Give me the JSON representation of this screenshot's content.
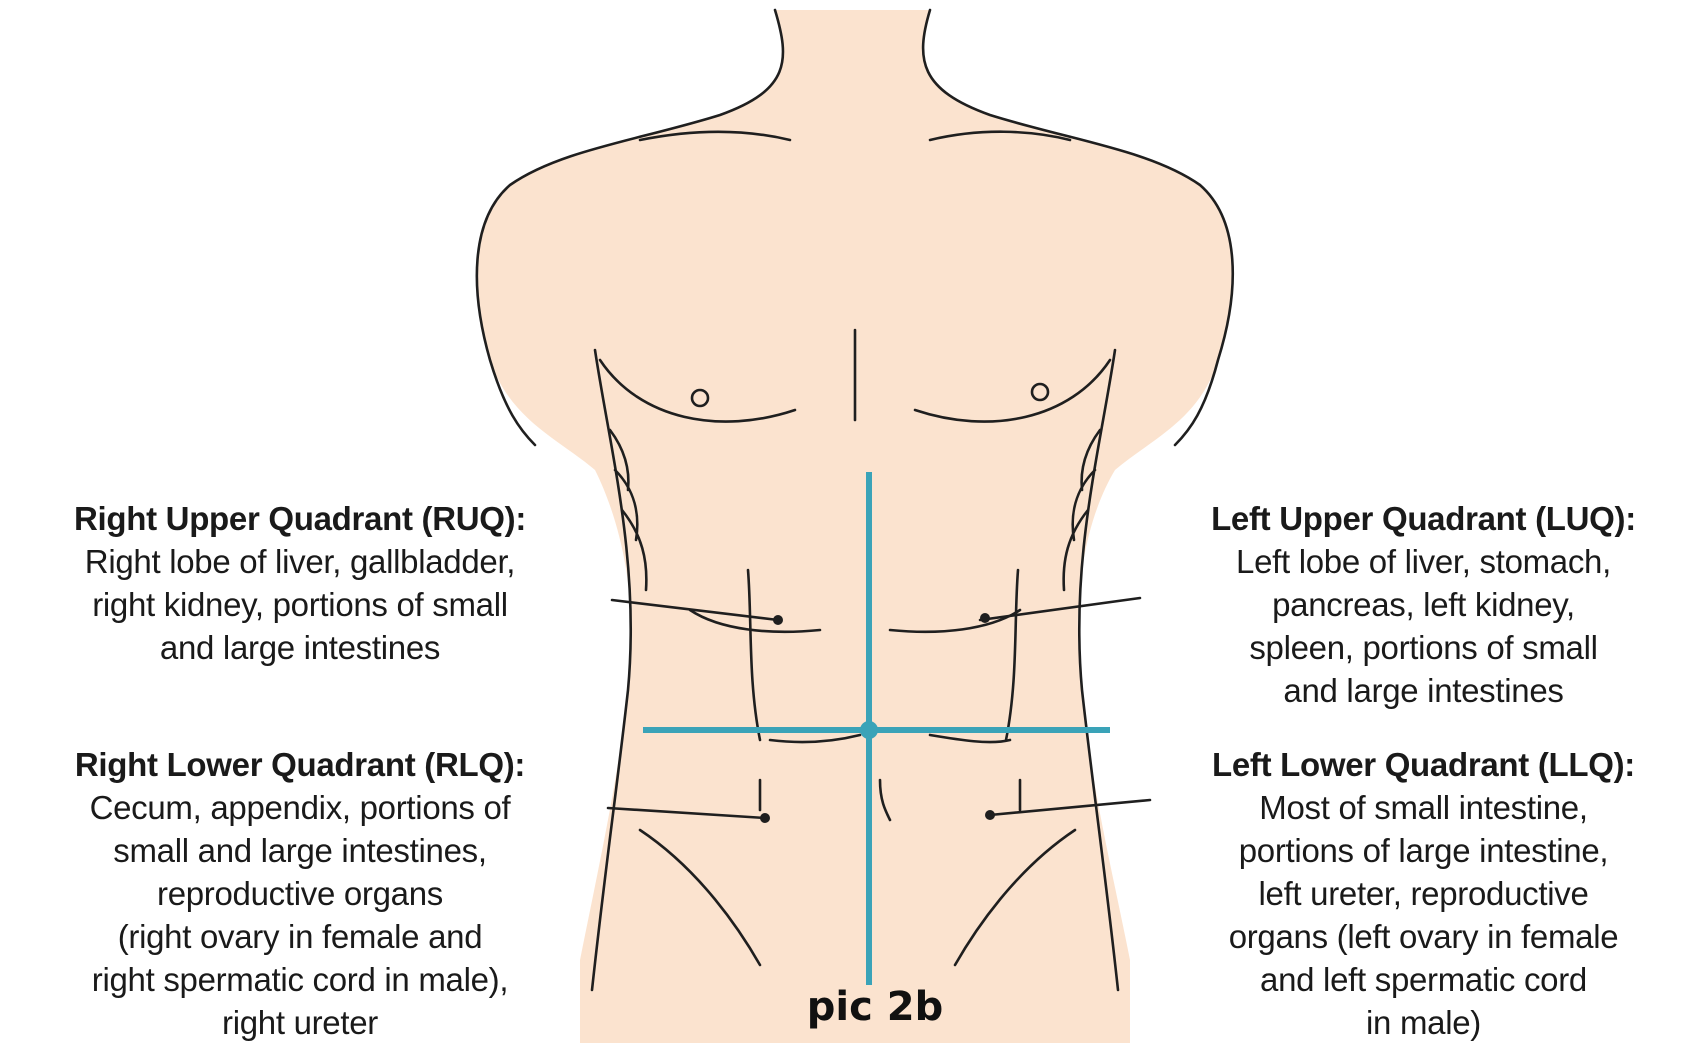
{
  "quadrants": {
    "ruq": {
      "title": "Right Upper Quadrant (RUQ):",
      "lines": [
        "Right lobe of liver, gallbladder,",
        "right kidney, portions of small",
        "and large intestines"
      ]
    },
    "rlq": {
      "title": "Right Lower Quadrant (RLQ):",
      "lines": [
        "Cecum, appendix, portions of",
        "small and large intestines,",
        "reproductive organs",
        "(right ovary in female and",
        "right spermatic cord in male),",
        "right ureter"
      ]
    },
    "luq": {
      "title": "Left Upper Quadrant (LUQ):",
      "lines": [
        "Left lobe of liver, stomach,",
        "pancreas, left kidney,",
        "spleen, portions of small",
        "and large intestines"
      ]
    },
    "llq": {
      "title": "Left Lower Quadrant (LLQ):",
      "lines": [
        "Most of small intestine,",
        "portions of large intestine,",
        "left ureter, reproductive",
        "organs (left ovary in female",
        "and left spermatic cord",
        "in male)"
      ]
    }
  },
  "caption": "pic 2b",
  "colors": {
    "skin": "#fbe3cf",
    "outline": "#1f1f1f",
    "divider": "#3aa3b8",
    "text": "#1a1a1a"
  }
}
